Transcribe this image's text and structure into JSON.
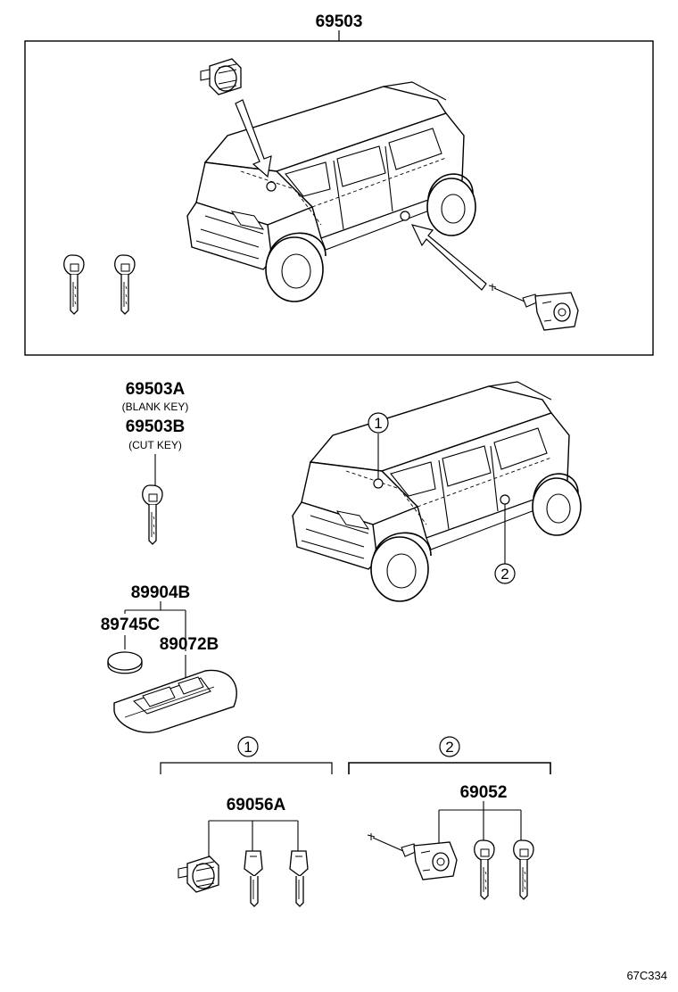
{
  "labels": {
    "p69503": "69503",
    "p69503A": "69503A",
    "blank_key": "(BLANK KEY)",
    "p69503B": "69503B",
    "cut_key": "(CUT KEY)",
    "p89904B": "89904B",
    "p89745C": "89745C",
    "p89072B": "89072B",
    "p69056A": "69056A",
    "p69052": "69052",
    "callout_1": "1",
    "callout_2": "2",
    "figure_code": "67C334"
  },
  "icons": [
    "suv-vehicle-icon",
    "hood-lock-cylinder-icon",
    "door-lock-cylinder-icon",
    "key-icon",
    "smart-key-fob-icon",
    "battery-coin-icon"
  ]
}
